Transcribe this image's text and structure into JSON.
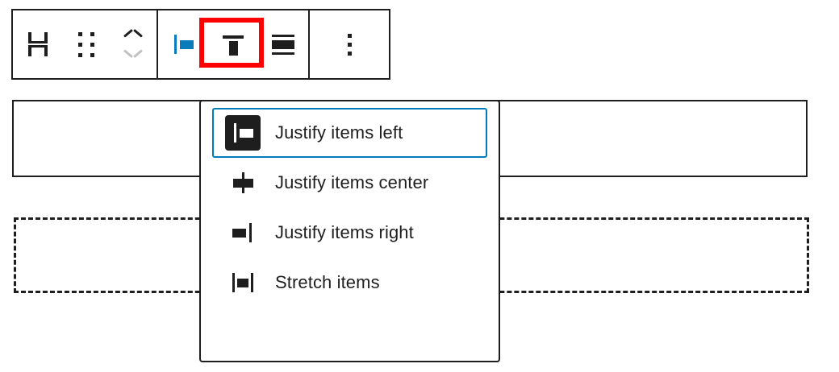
{
  "toolbar": {
    "groups": [
      {
        "name": "block-controls",
        "buttons": [
          {
            "name": "block-type-row",
            "icon": "row-block-icon",
            "label": "Row",
            "state": "default"
          },
          {
            "name": "drag-handle",
            "icon": "drag-handle-icon",
            "label": "Drag",
            "state": "default"
          },
          {
            "name": "block-movers",
            "icon": "chevron-up-icon / chevron-down-icon",
            "label": "Move up / Move down",
            "state": "move-down-disabled"
          }
        ]
      },
      {
        "name": "alignment-controls",
        "buttons": [
          {
            "name": "justify-items",
            "icon": "justify-left-icon",
            "label": "Change items justification",
            "state": "active-highlighted"
          },
          {
            "name": "vertical-align-top",
            "icon": "align-top-icon",
            "label": "Change vertical alignment",
            "state": "default"
          },
          {
            "name": "stretch-fill",
            "icon": "stretch-icon",
            "label": "Stretch to fill",
            "state": "default"
          }
        ]
      },
      {
        "name": "more-controls",
        "buttons": [
          {
            "name": "more-options",
            "icon": "kebab-menu-icon",
            "label": "Options",
            "state": "default"
          }
        ]
      }
    ]
  },
  "highlight": {
    "name": "red-highlight-box",
    "color": "#ff0000",
    "target": "justify-items-button"
  },
  "canvas": {
    "blocks": [
      {
        "name": "block-solid-outline",
        "border_style": "solid",
        "border_color": "#1e1e1e"
      },
      {
        "name": "block-dashed-outline",
        "border_style": "dashed",
        "border_color": "#1e1e1e"
      }
    ]
  },
  "dropdown": {
    "name": "justification-menu",
    "focus_color": "#007cba",
    "selected_chip_color": "#1e1e1e",
    "items": [
      {
        "label": "Justify items left",
        "icon": "justify-left-icon",
        "selected": true,
        "focused": true
      },
      {
        "label": "Justify items center",
        "icon": "justify-center-icon",
        "selected": false,
        "focused": false
      },
      {
        "label": "Justify items right",
        "icon": "justify-right-icon",
        "selected": false,
        "focused": false
      },
      {
        "label": "Stretch items",
        "icon": "stretch-items-icon",
        "selected": false,
        "focused": false
      }
    ]
  }
}
